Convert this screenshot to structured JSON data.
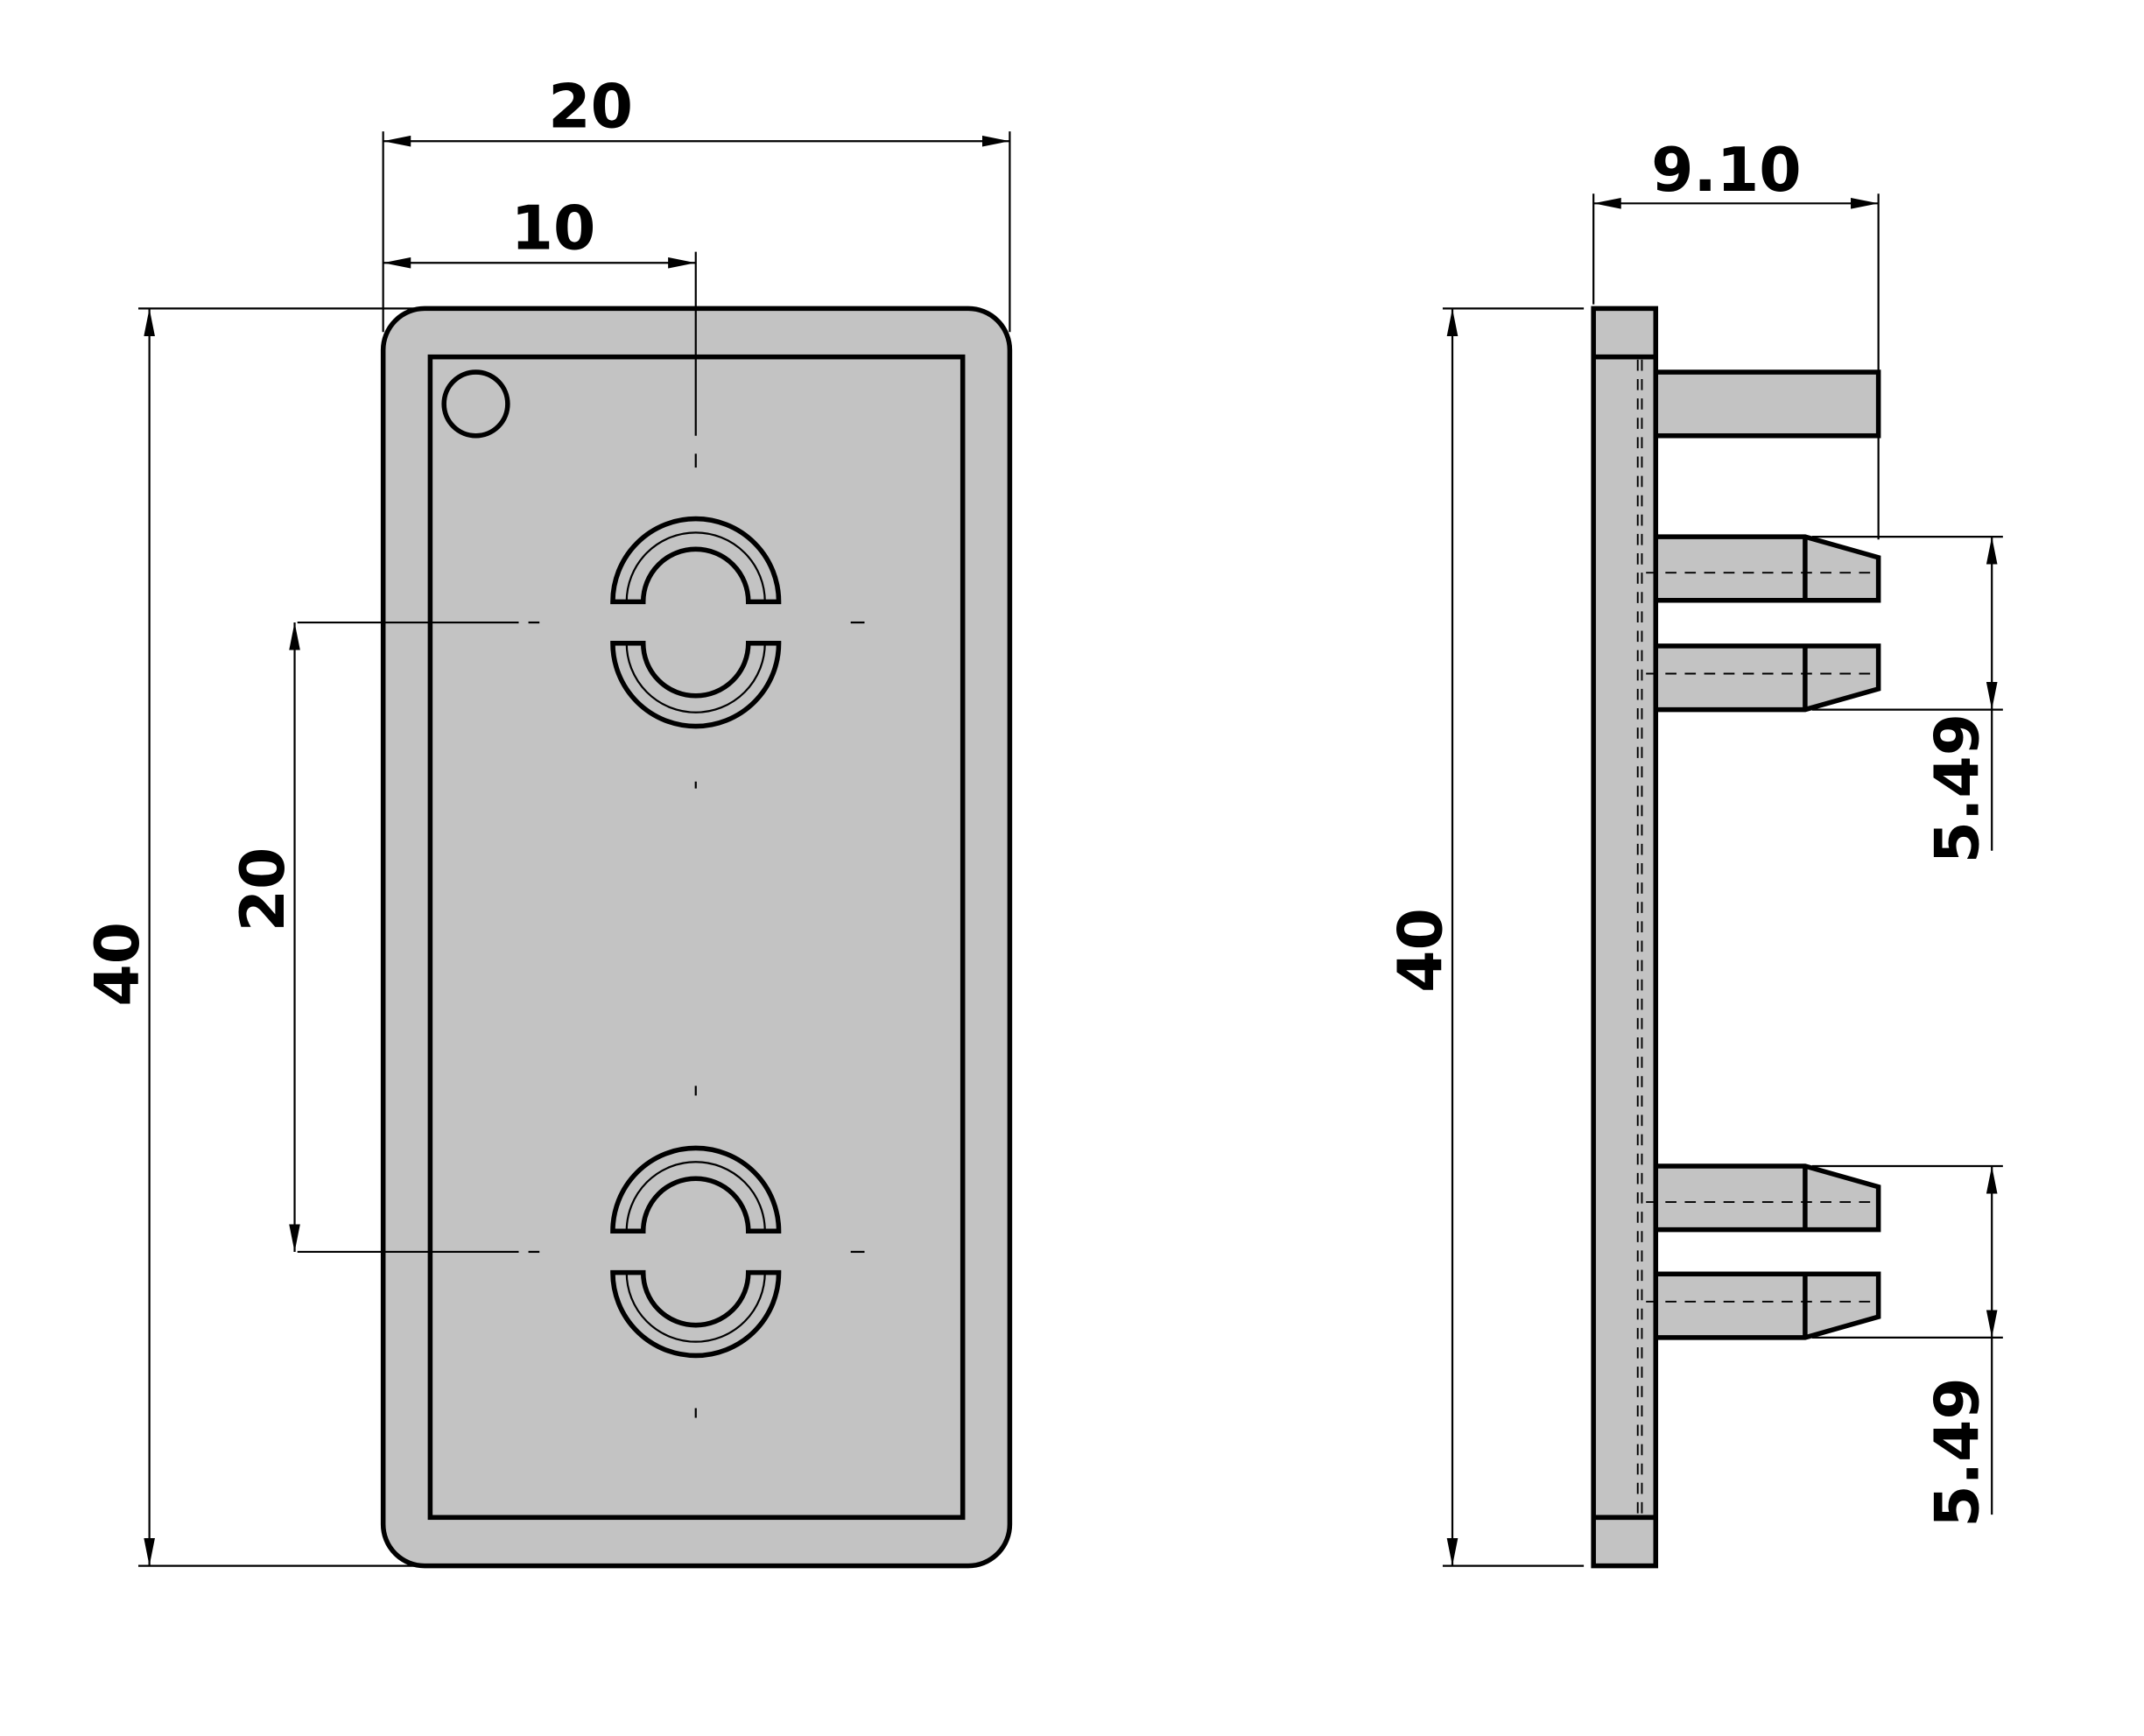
{
  "colors": {
    "part_fill": "#c3c3c3",
    "line": "#000000"
  },
  "front_view": {
    "dims": {
      "overall_width": "20",
      "half_width": "10",
      "height": "40",
      "hole_spacing": "20"
    }
  },
  "side_view": {
    "dims": {
      "depth": "9.10",
      "height": "40",
      "pin_pair_upper": "5.49",
      "pin_pair_lower": "5.49"
    }
  }
}
